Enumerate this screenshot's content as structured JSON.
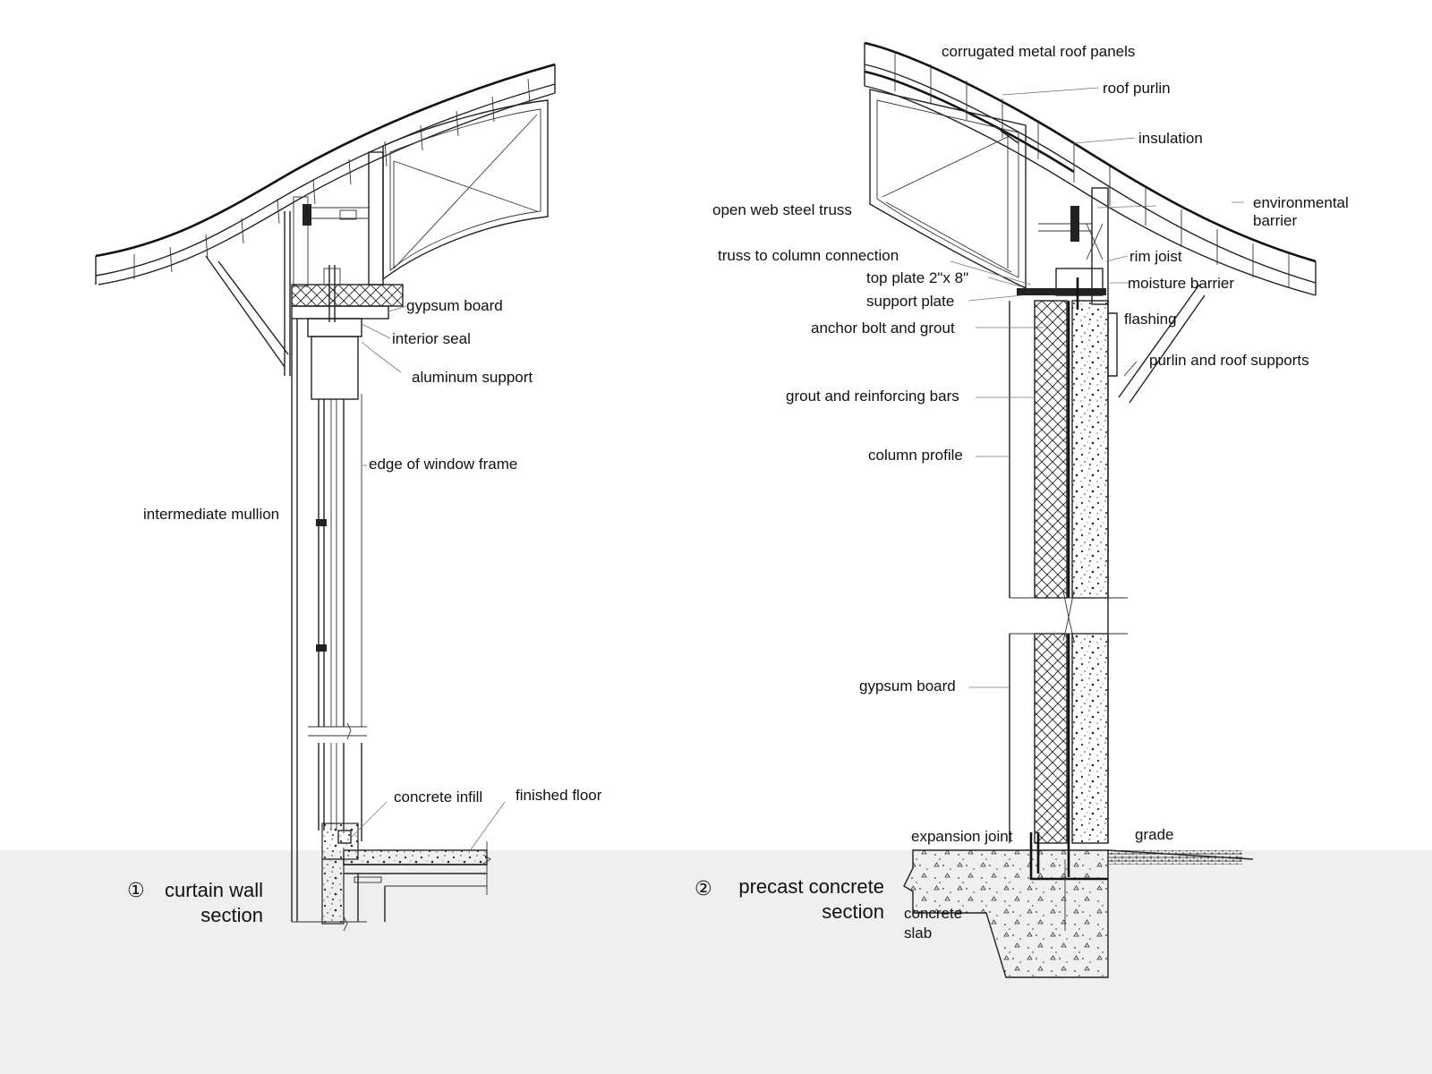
{
  "sections": [
    {
      "number": "①",
      "title_line1": "curtain wall",
      "title_line2": "section",
      "labels": [
        "gypsum board",
        "interior seal",
        "aluminum support",
        "edge of window frame",
        "intermediate mullion",
        "concrete infill",
        "finished floor"
      ]
    },
    {
      "number": "②",
      "title_line1": "precast concrete",
      "title_line2": "section",
      "labels": [
        "corrugated metal roof panels",
        "roof purlin",
        "insulation",
        "open web steel truss",
        "environmental",
        "barrier",
        "truss to column connection",
        "rim joist",
        "top plate 2\"x 8\"",
        "moisture barrier",
        "support plate",
        "anchor bolt and grout",
        "flashing",
        "purlin and roof supports",
        "grout and reinforcing bars",
        "column profile",
        "gypsum board",
        "expansion joint",
        "grade",
        "concrete",
        "slab"
      ]
    }
  ]
}
